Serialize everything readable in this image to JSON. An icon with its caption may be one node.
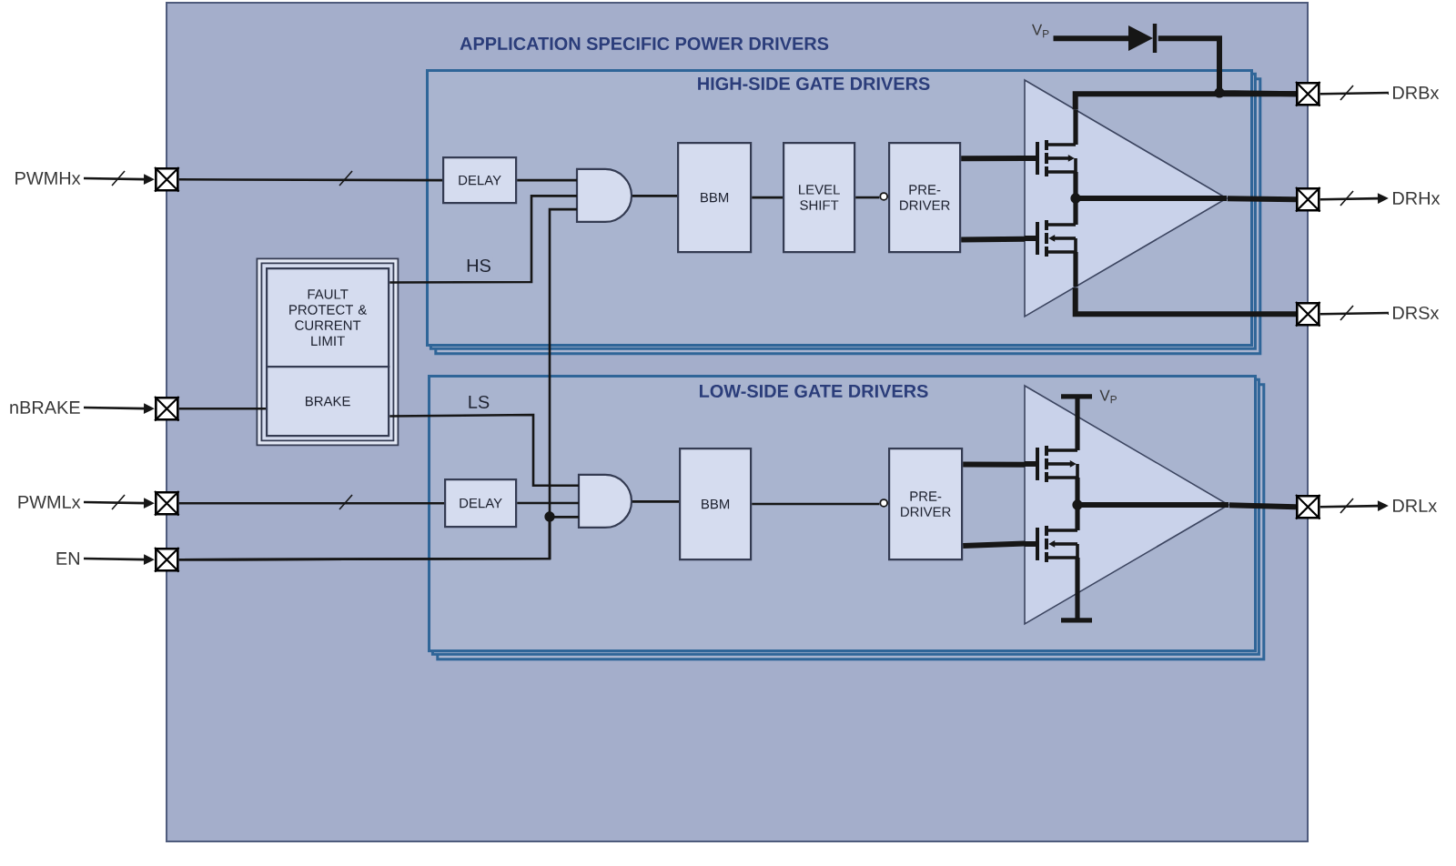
{
  "diagram": {
    "nodes": [
      {
        "text": [
          "APPLICATION SPECIFIC POWER DRIVERS"
        ]
      },
      {
        "text": [
          "HIGH-SIDE GATE DRIVERS"
        ],
        "in": 0
      },
      {
        "text": [
          "DELAY"
        ],
        "in": 1
      },
      {
        "text": [],
        "shape": "gate",
        "in": 1
      },
      {
        "text": [
          "BBM"
        ],
        "in": 1
      },
      {
        "text": [
          "LEVEL SHIFT"
        ],
        "in": 1
      },
      {
        "text": [
          "PRE-DRIVER"
        ],
        "in": 1
      },
      {
        "text": [],
        "shape": "triangle",
        "in": 1
      },
      {
        "text": [
          "LOW-SIDE GATE DRIVERS"
        ],
        "in": 0
      },
      {
        "text": [
          "DELAY"
        ],
        "in": 8
      },
      {
        "text": [],
        "shape": "gate",
        "in": 8
      },
      {
        "text": [
          "BBM"
        ],
        "in": 8
      },
      {
        "text": [
          "PRE-DRIVER"
        ],
        "in": 8
      },
      {
        "text": [],
        "shape": "triangle",
        "in": 8
      },
      {
        "text": [],
        "shape": "box",
        "in": 0
      },
      {
        "text": [
          "FAULT PROTECT & CURRENT LIMIT"
        ],
        "in": 14
      },
      {
        "text": [
          "BRAKE"
        ],
        "in": 14
      },
      {
        "text": [
          "PWMHx"
        ]
      },
      {
        "text": [],
        "shape": "box"
      },
      {
        "text": [
          "nBRAKE"
        ]
      },
      {
        "text": [],
        "shape": "box"
      },
      {
        "text": [
          "PWMLx"
        ]
      },
      {
        "text": [],
        "shape": "box"
      },
      {
        "text": [
          "EN"
        ]
      },
      {
        "text": [],
        "shape": "box"
      },
      {
        "text": [],
        "shape": "box"
      },
      {
        "text": [
          "DRBx"
        ]
      },
      {
        "text": [],
        "shape": "box"
      },
      {
        "text": [
          "DRHx"
        ]
      },
      {
        "text": [],
        "shape": "box"
      },
      {
        "text": [
          "DRSx"
        ]
      },
      {
        "text": [],
        "shape": "box"
      },
      {
        "text": [
          "DRLx"
        ]
      },
      {
        "text": [
          "V$_{P}$"
        ],
        "in": 0
      },
      {
        "text": [],
        "shape": "diode",
        "in": 0
      }
    ],
    "edges": [
      {
        "from": 17,
        "to": 18,
        "arrow": "to"
      },
      {
        "from": 18,
        "to": 2,
        "arrow": "none"
      },
      {
        "from": 2,
        "to": 3,
        "arrow": "none"
      },
      {
        "from": 15,
        "to": 3,
        "arrow": "none",
        "label": "HS"
      },
      {
        "from": 24,
        "to": 3,
        "arrow": "none"
      },
      {
        "from": 24,
        "to": 10,
        "arrow": "none"
      },
      {
        "from": 3,
        "to": 4,
        "arrow": "none"
      },
      {
        "from": 4,
        "to": 5,
        "arrow": "none"
      },
      {
        "from": 5,
        "to": 6,
        "arrow": "none"
      },
      {
        "from": 6,
        "to": 7,
        "arrow": "none",
        "style": "thick"
      },
      {
        "from": 6,
        "to": 7,
        "arrow": "none",
        "style": "thick"
      },
      {
        "from": 7,
        "to": 25,
        "arrow": "none",
        "style": "thick"
      },
      {
        "from": 7,
        "to": 27,
        "arrow": "none",
        "style": "thick"
      },
      {
        "from": 7,
        "to": 29,
        "arrow": "none",
        "style": "thick"
      },
      {
        "from": 33,
        "to": 34,
        "arrow": "none",
        "style": "thick"
      },
      {
        "from": 34,
        "to": 25,
        "arrow": "none",
        "style": "thick"
      },
      {
        "from": 25,
        "to": 26,
        "arrow": "none"
      },
      {
        "from": 27,
        "to": 28,
        "arrow": "to"
      },
      {
        "from": 29,
        "to": 30,
        "arrow": "none"
      },
      {
        "from": 19,
        "to": 20,
        "arrow": "to"
      },
      {
        "from": 20,
        "to": 16,
        "arrow": "none"
      },
      {
        "from": 16,
        "to": 10,
        "arrow": "none",
        "label": "LS"
      },
      {
        "from": 21,
        "to": 22,
        "arrow": "to"
      },
      {
        "from": 22,
        "to": 9,
        "arrow": "none"
      },
      {
        "from": 9,
        "to": 10,
        "arrow": "none"
      },
      {
        "from": 23,
        "to": 24,
        "arrow": "to"
      },
      {
        "from": 10,
        "to": 11,
        "arrow": "none"
      },
      {
        "from": 11,
        "to": 12,
        "arrow": "none"
      },
      {
        "from": 12,
        "to": 13,
        "arrow": "none",
        "style": "thick"
      },
      {
        "from": 12,
        "to": 13,
        "arrow": "none",
        "style": "thick"
      },
      {
        "from": 13,
        "to": 31,
        "arrow": "none",
        "style": "thick"
      },
      {
        "from": 31,
        "to": 32,
        "arrow": "to"
      }
    ],
    "labels": [
      "V$_{P}$"
    ]
  }
}
